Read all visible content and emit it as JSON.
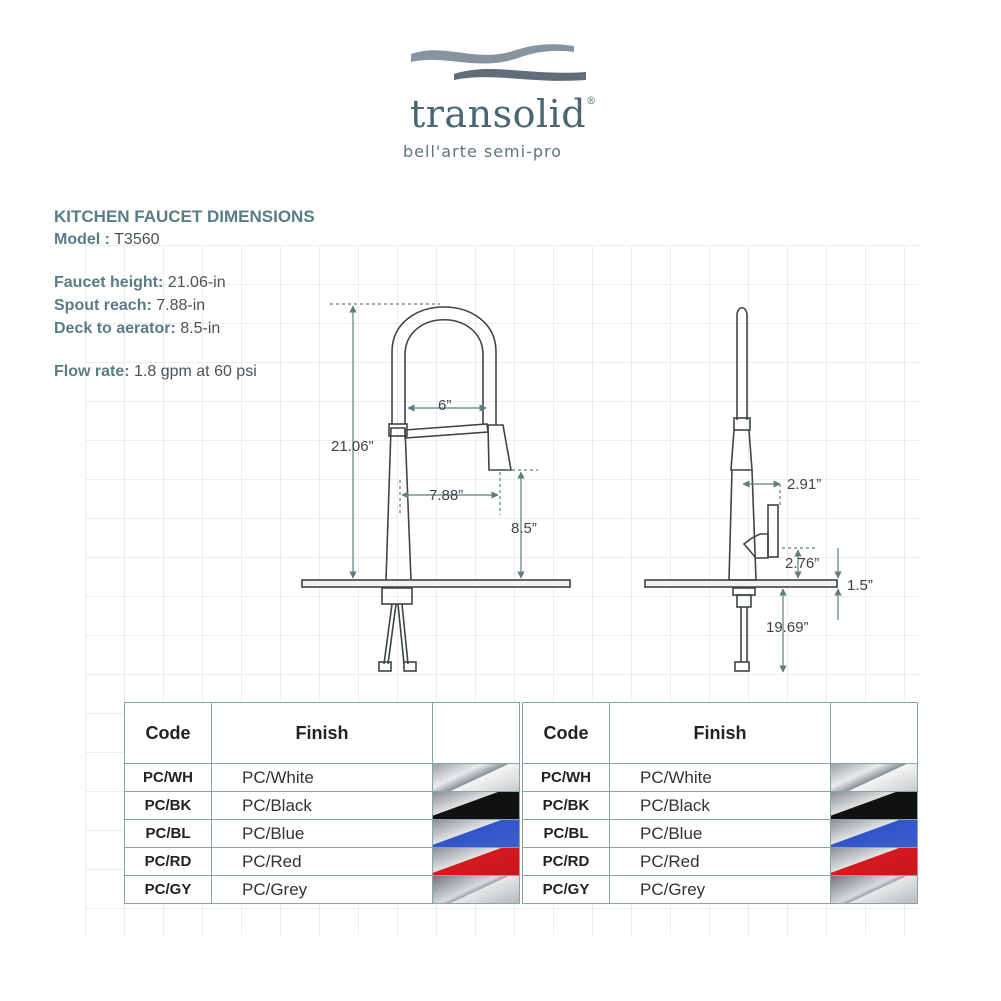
{
  "brand": {
    "name": "transolid",
    "registered": "®",
    "tagline": "bell'arte semi-pro"
  },
  "specs": {
    "heading": "KITCHEN FAUCET DIMENSIONS",
    "model_label": "Model :",
    "model_value": "T3560",
    "items": [
      {
        "label": "Faucet height:",
        "value": "21.06-in"
      },
      {
        "label": "Spout reach:",
        "value": "7.88-in"
      },
      {
        "label": "Deck to aerator:",
        "value": "8.5-in"
      }
    ],
    "flow_label": "Flow rate:",
    "flow_value": "1.8 gpm at 60 psi"
  },
  "front_view": {
    "height": "21.06”",
    "arc_width": "6”",
    "reach": "7.88”",
    "deck_to_aerator": "8.5”"
  },
  "side_view": {
    "handle_offset": "2.91”",
    "handle_height": "2.76”",
    "deck_thickness": "1.5”",
    "shank_length": "19.69”"
  },
  "tables": [
    {
      "headers": {
        "code": "Code",
        "finish": "Finish"
      },
      "rows": [
        {
          "code": "PC/WH",
          "finish": "PC/White",
          "swatch": "white"
        },
        {
          "code": "PC/BK",
          "finish": "PC/Black",
          "swatch": "black"
        },
        {
          "code": "PC/BL",
          "finish": "PC/Blue",
          "swatch": "blue"
        },
        {
          "code": "PC/RD",
          "finish": "PC/Red",
          "swatch": "red"
        },
        {
          "code": "PC/GY",
          "finish": "PC/Grey",
          "swatch": "grey"
        }
      ]
    },
    {
      "headers": {
        "code": "Code",
        "finish": "Finish"
      },
      "rows": [
        {
          "code": "PC/WH",
          "finish": "PC/White",
          "swatch": "white"
        },
        {
          "code": "PC/BK",
          "finish": "PC/Black",
          "swatch": "black"
        },
        {
          "code": "PC/BL",
          "finish": "PC/Blue",
          "swatch": "blue"
        },
        {
          "code": "PC/RD",
          "finish": "PC/Red",
          "swatch": "red"
        },
        {
          "code": "PC/GY",
          "finish": "PC/Grey",
          "swatch": "grey"
        }
      ]
    }
  ],
  "colors": {
    "brand": "#4a6673",
    "heading": "#5a7c84",
    "dimension_line": "#5e7f7e",
    "table_border": "#8aa3a4",
    "blue_finish": "#2f55c9",
    "red_finish": "#d31a1f",
    "black_finish": "#111111"
  }
}
